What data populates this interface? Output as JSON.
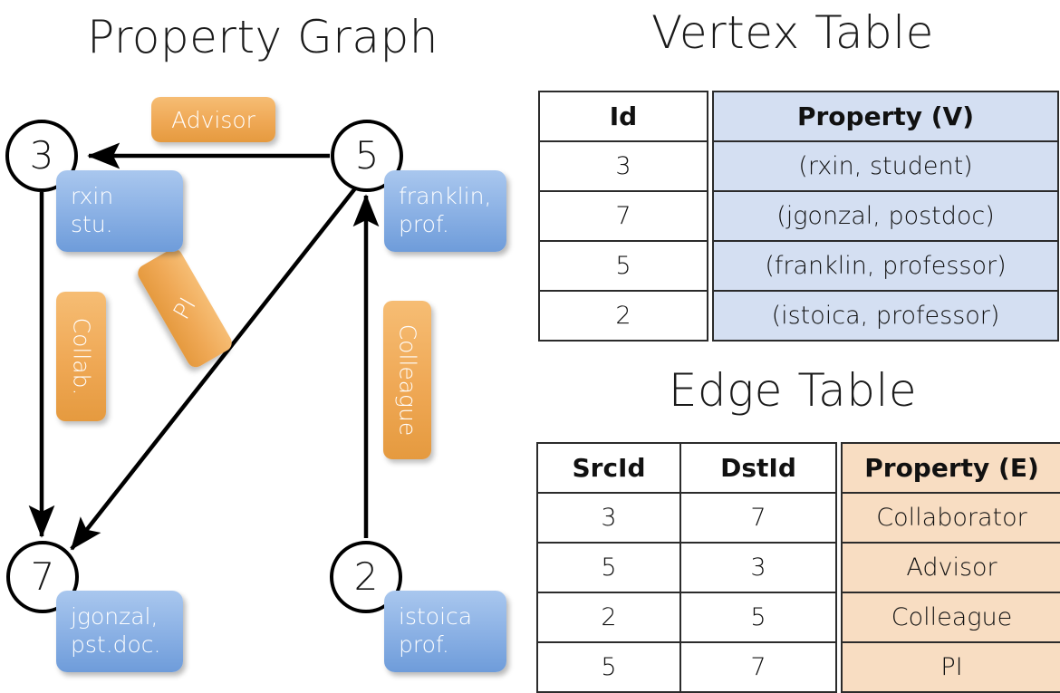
{
  "graph": {
    "title": "Property Graph",
    "nodes": [
      {
        "id": "3",
        "property": "rxin\nstu."
      },
      {
        "id": "5",
        "property": "franklin,\nprof."
      },
      {
        "id": "7",
        "property": "jgonzal,\npst.doc."
      },
      {
        "id": "2",
        "property": "istoica\nprof."
      }
    ],
    "edge_labels": [
      {
        "name": "advisor",
        "text": "Advisor"
      },
      {
        "name": "collab",
        "text": "Collab."
      },
      {
        "name": "pi",
        "text": "PI"
      },
      {
        "name": "colleague",
        "text": "Colleague"
      }
    ]
  },
  "vertex_table": {
    "title": "Vertex Table",
    "headers": [
      "Id",
      "Property (V)"
    ],
    "rows": [
      [
        "3",
        "(rxin, student)"
      ],
      [
        "7",
        "(jgonzal, postdoc)"
      ],
      [
        "5",
        "(franklin, professor)"
      ],
      [
        "2",
        "(istoica, professor)"
      ]
    ]
  },
  "edge_table": {
    "title": "Edge Table",
    "headers": [
      "SrcId",
      "DstId",
      "Property (E)"
    ],
    "rows": [
      [
        "3",
        "7",
        "Collaborator"
      ],
      [
        "5",
        "3",
        "Advisor"
      ],
      [
        "2",
        "5",
        "Colleague"
      ],
      [
        "5",
        "7",
        "PI"
      ]
    ]
  },
  "colors": {
    "vertex_property_fill": "#d4dff2",
    "edge_property_fill": "#f8ddc2",
    "node_property_box": "#8fb4e6",
    "edge_label_box": "#efa855",
    "stroke": "#000000",
    "background": "#ffffff"
  }
}
